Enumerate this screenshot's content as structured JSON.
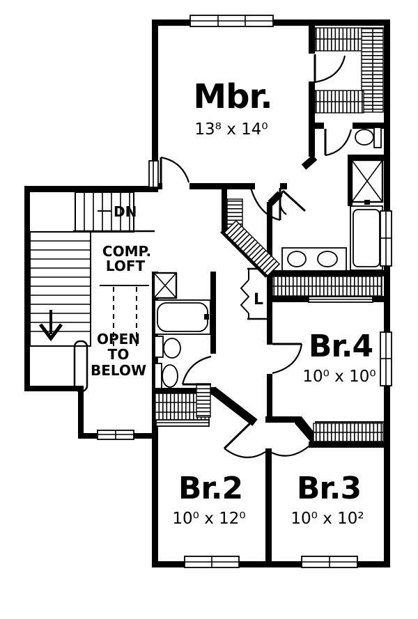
{
  "colors": {
    "wall": "#000000",
    "background": "#ffffff"
  },
  "rooms": {
    "master_bedroom": {
      "name": "Mbr.",
      "dimensions": "13⁸ x 14⁰"
    },
    "bedroom_2": {
      "name": "Br.2",
      "dimensions": "10⁰ x 12⁰"
    },
    "bedroom_3": {
      "name": "Br.3",
      "dimensions": "10⁰ x 10²"
    },
    "bedroom_4": {
      "name": "Br.4",
      "dimensions": "10⁰ x 10⁰"
    },
    "computer_loft": {
      "line1": "COMP.",
      "line2": "LOFT"
    },
    "open_to_below": {
      "line1": "OPEN",
      "line2": "TO",
      "line3": "BELOW"
    },
    "stairs": {
      "label": "DN"
    },
    "linen_closet": {
      "label": "L"
    }
  }
}
